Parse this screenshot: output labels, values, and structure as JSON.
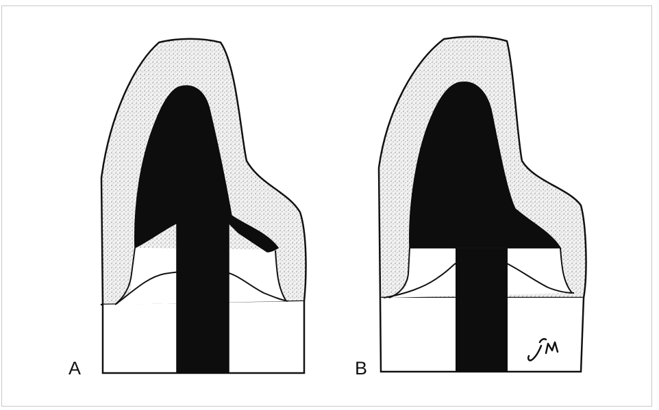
{
  "panels": [
    {
      "label": "A"
    },
    {
      "label": "B"
    }
  ],
  "signature": "JM",
  "colors": {
    "ink": "#111111",
    "porcelain_fill": "#e4e4e4",
    "core": "#0d0d0d",
    "paper": "#ffffff",
    "frame": "#c8c8c8"
  }
}
